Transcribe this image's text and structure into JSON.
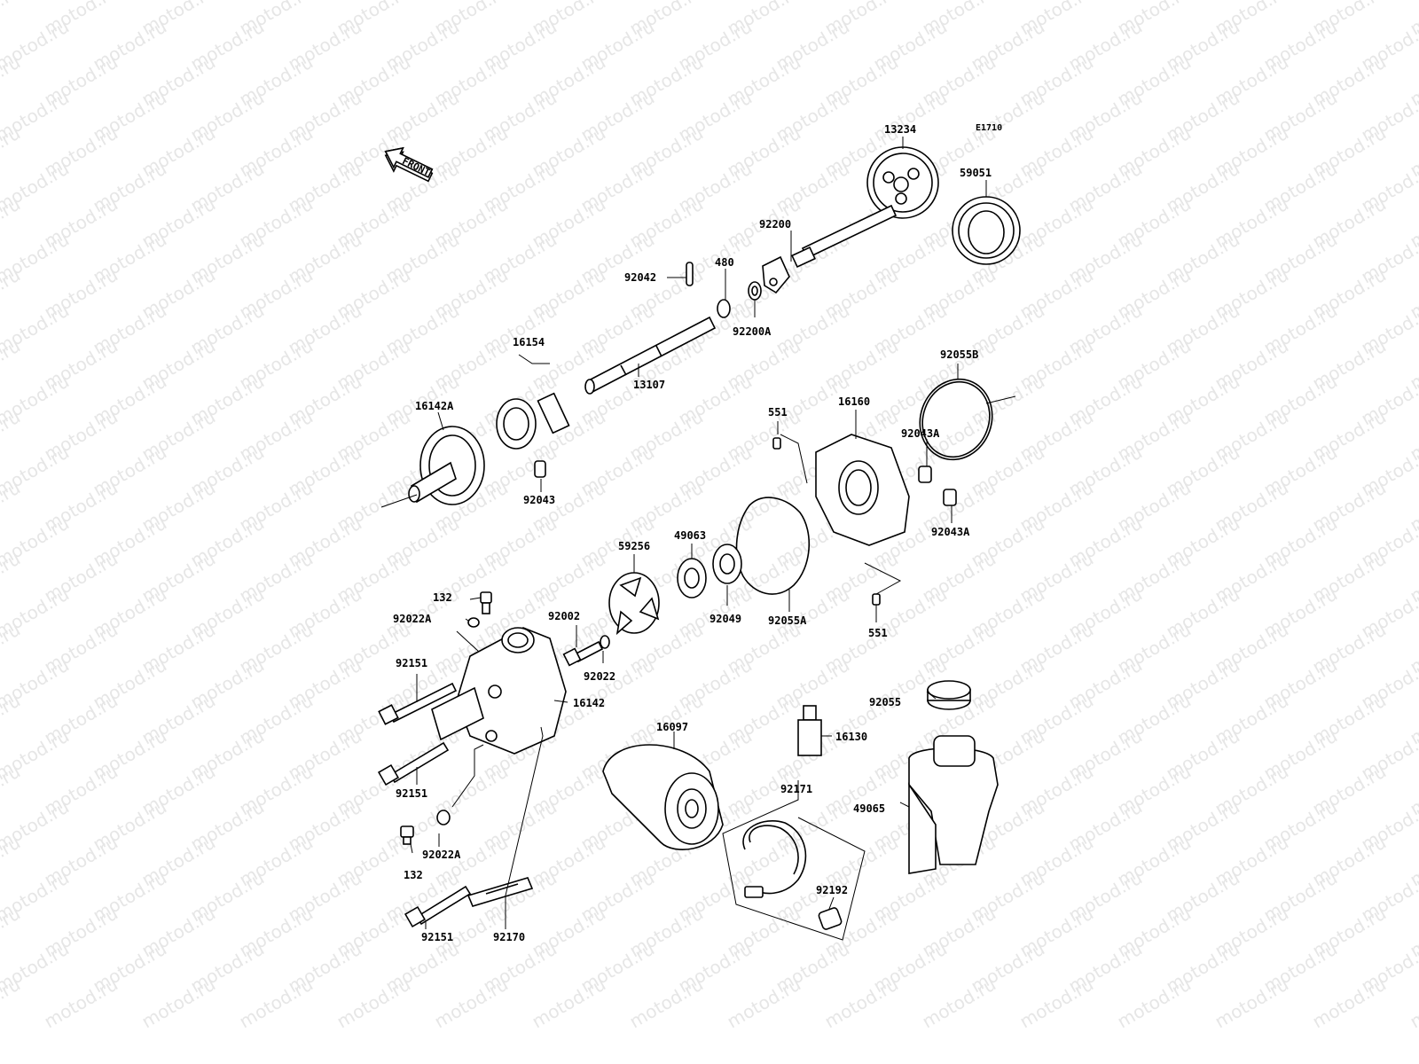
{
  "diagram": {
    "code": "E1710",
    "front_label": "FRONT",
    "watermark": "motod.ru",
    "parts": [
      {
        "id": "13234",
        "label": "13234"
      },
      {
        "id": "59051",
        "label": "59051"
      },
      {
        "id": "92200",
        "label": "92200"
      },
      {
        "id": "480",
        "label": "480"
      },
      {
        "id": "92042",
        "label": "92042"
      },
      {
        "id": "92200A",
        "label": "92200A"
      },
      {
        "id": "16154",
        "label": "16154"
      },
      {
        "id": "13107",
        "label": "13107"
      },
      {
        "id": "16142A",
        "label": "16142A"
      },
      {
        "id": "92043",
        "label": "92043"
      },
      {
        "id": "92055B",
        "label": "92055B"
      },
      {
        "id": "551-top",
        "label": "551"
      },
      {
        "id": "16160",
        "label": "16160"
      },
      {
        "id": "92043A-top",
        "label": "92043A"
      },
      {
        "id": "92043A-bottom",
        "label": "92043A"
      },
      {
        "id": "49063",
        "label": "49063"
      },
      {
        "id": "59256",
        "label": "59256"
      },
      {
        "id": "92049",
        "label": "92049"
      },
      {
        "id": "92055A",
        "label": "92055A"
      },
      {
        "id": "551-bottom",
        "label": "551"
      },
      {
        "id": "132-top",
        "label": "132"
      },
      {
        "id": "92022A-top",
        "label": "92022A"
      },
      {
        "id": "92002",
        "label": "92002"
      },
      {
        "id": "92022",
        "label": "92022"
      },
      {
        "id": "92151-top",
        "label": "92151"
      },
      {
        "id": "16142",
        "label": "16142"
      },
      {
        "id": "92151-mid",
        "label": "92151"
      },
      {
        "id": "16097",
        "label": "16097"
      },
      {
        "id": "92055",
        "label": "92055"
      },
      {
        "id": "16130",
        "label": "16130"
      },
      {
        "id": "92171",
        "label": "92171"
      },
      {
        "id": "49065",
        "label": "49065"
      },
      {
        "id": "92022A-bottom",
        "label": "92022A"
      },
      {
        "id": "132-bottom",
        "label": "132"
      },
      {
        "id": "92192",
        "label": "92192"
      },
      {
        "id": "92151-bottom",
        "label": "92151"
      },
      {
        "id": "92170",
        "label": "92170"
      }
    ]
  }
}
